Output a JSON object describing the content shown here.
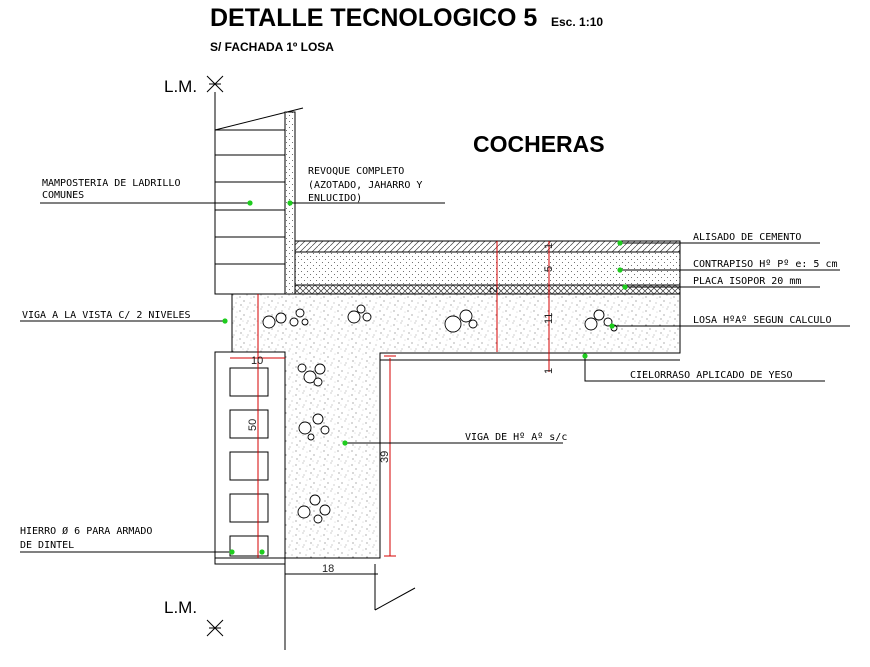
{
  "title": "DETALLE TECNOLOGICO 5",
  "scale": "Esc. 1:10",
  "subtitle": "S/ FACHADA 1º LOSA",
  "section_label": "COCHERAS",
  "level_marks": {
    "top": "L.M.",
    "bottom": "L.M."
  },
  "labels": {
    "masonry_line1": "MAMPOSTERIA DE LADRILLO",
    "masonry_line2": "COMUNES",
    "plaster_line1": "REVOQUE COMPLETO",
    "plaster_line2": "(AZOTADO, JAHARRO Y",
    "plaster_line3": "ENLUCIDO)",
    "cement_finish": "ALISADO DE CEMENTO",
    "subfloor": "CONTRAPISO Hº Pº e: 5 cm",
    "isopor": "PLACA ISOPOR 20 mm",
    "slab": "LOSA HºAº SEGUN CALCULO",
    "ceiling": "CIELORRASO APLICADO DE YESO",
    "exposed_beam": "VIGA A LA VISTA C/ 2 NIVELES",
    "beam": "VIGA DE Hº Aº s/c",
    "rebar_line1": "HIERRO Ø 6 PARA ARMADO",
    "rebar_line2": "DE DINTEL"
  },
  "dimensions": {
    "width_18": "18",
    "height_39": "39",
    "height_50": "50",
    "width_10": "10",
    "slab_11": "11",
    "finish_1": "1",
    "subfloor_5": "5",
    "isopor_2": "2",
    "ceiling_1": "1"
  },
  "colors": {
    "lines": "#000000",
    "dimensions": "#d40000",
    "markers": "#1ecc1e"
  }
}
